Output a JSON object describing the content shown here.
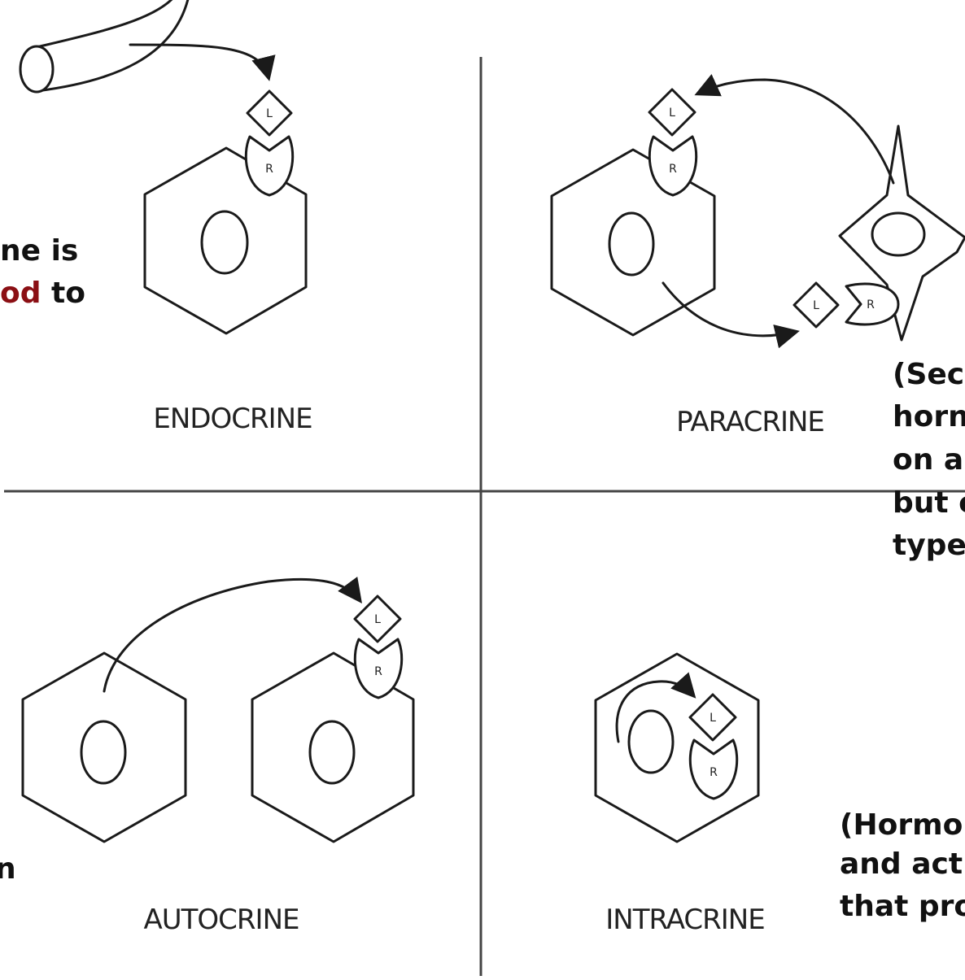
{
  "quadrants": {
    "endocrine": "ENDOCRINE",
    "paracrine": "PARACRINE",
    "autocrine": "AUTOCRINE",
    "intracrine": "INTRACRINE"
  },
  "symbols": {
    "ligand": "L",
    "receptor": "R"
  },
  "notes": {
    "endocrine_line1": "ne is",
    "endocrine_line2_red": "od",
    "endocrine_line2_rest": " to",
    "paracrine_lines": [
      "(Sec",
      "horn",
      "on a"
    ],
    "paracrine_blue": "but c",
    "paracrine_last": "type",
    "autocrine_fragment": "n",
    "intracrine_line1": "(Hormo",
    "intracrine_green": "and act",
    "intracrine_line3": "that pro"
  },
  "colors": {
    "red_text": "#8b0f14",
    "blue_text": "#14128c",
    "green_text": "#2e9e5b",
    "ink": "#1a1a1a"
  }
}
